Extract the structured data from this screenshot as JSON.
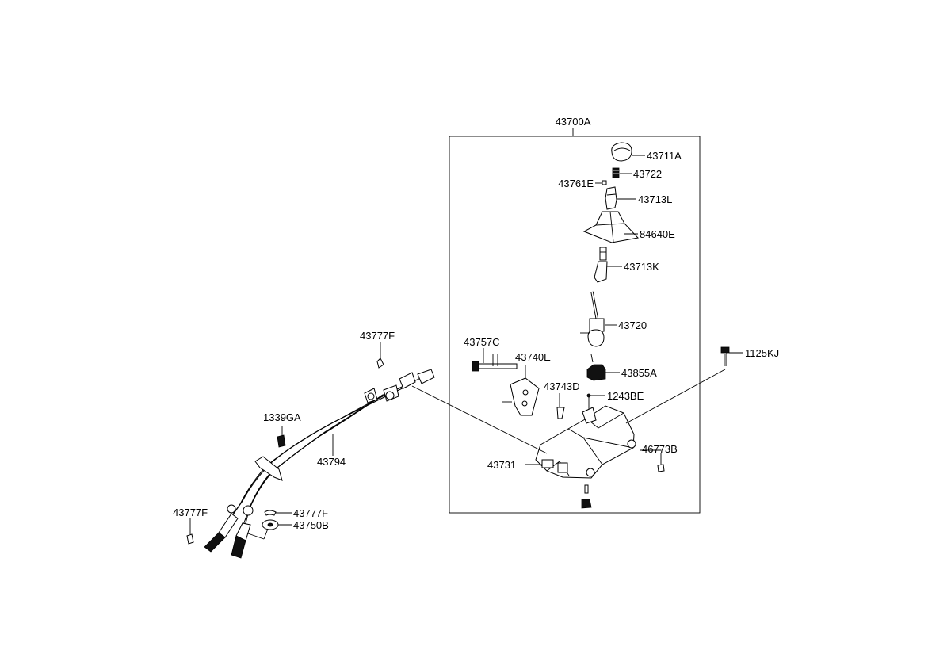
{
  "assembly_label": "43700A",
  "labels": {
    "p43711A": "43711A",
    "p43722": "43722",
    "p43761E": "43761E",
    "p43713L": "43713L",
    "p84640E": "84640E",
    "p43713K": "43713K",
    "p43720": "43720",
    "p43757C": "43757C",
    "p43740E": "43740E",
    "p43855A": "43855A",
    "p1125KJ": "1125KJ",
    "p43743D": "43743D",
    "p1243BE": "1243BE",
    "p46773B": "46773B",
    "p43731": "43731",
    "p43777F_top": "43777F",
    "p1339GA": "1339GA",
    "p43794": "43794",
    "p43777F_left": "43777F",
    "p43777F_right": "43777F",
    "p43750B": "43750B"
  }
}
